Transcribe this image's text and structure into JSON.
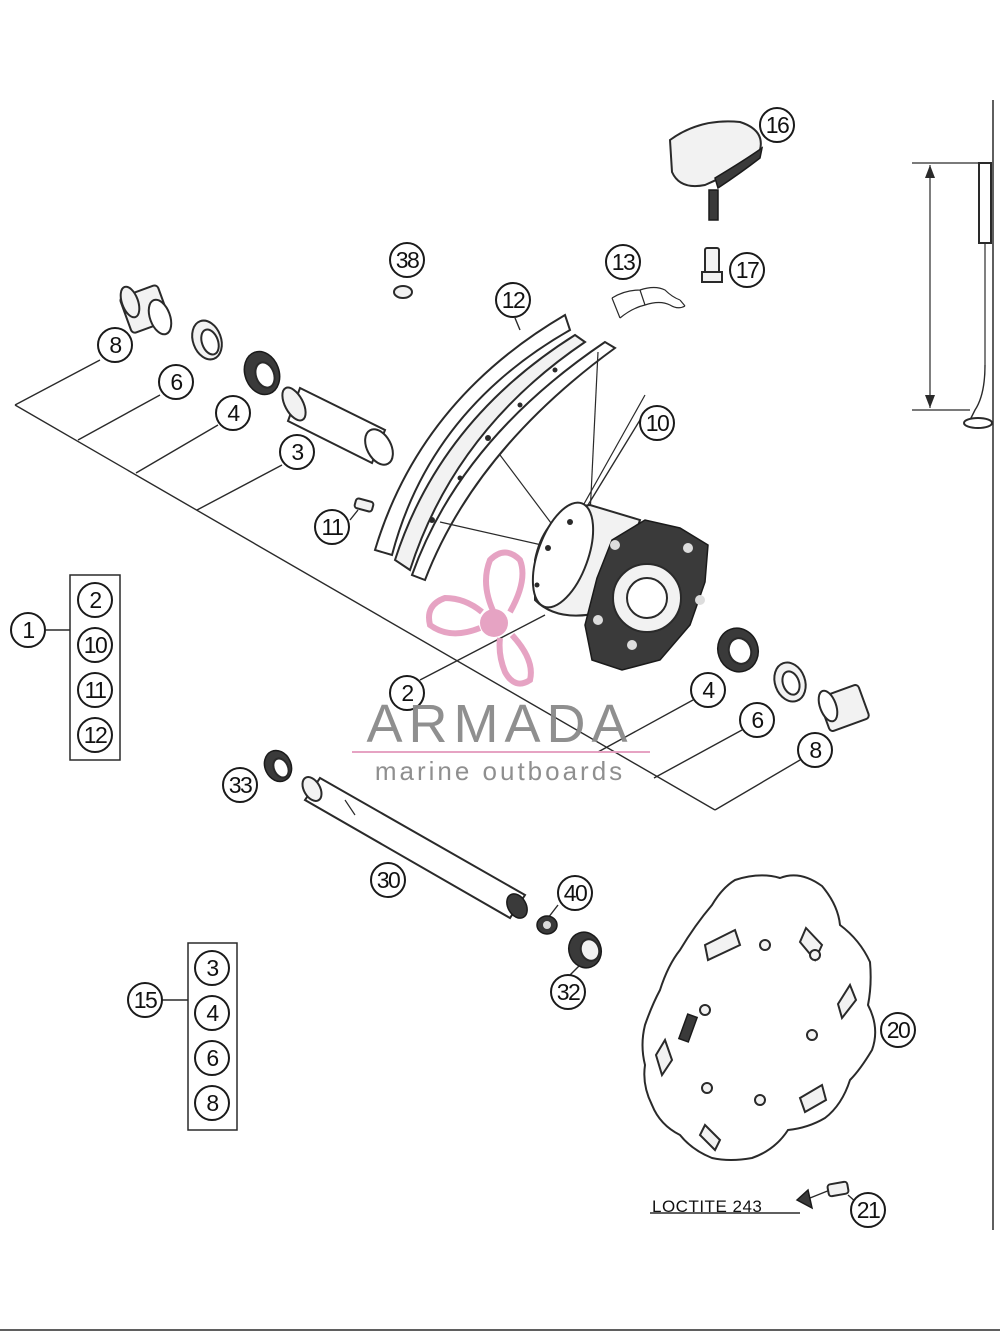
{
  "callouts": {
    "c1": "1",
    "c2a": "2",
    "c2b": "2",
    "c3a": "3",
    "c4a": "4",
    "c4b": "4",
    "c6a": "6",
    "c6b": "6",
    "c8a": "8",
    "c8b": "8",
    "c10a": "10",
    "c10b": "10",
    "c11a": "11",
    "c11b": "11",
    "c12a": "12",
    "c12b": "12",
    "c13": "13",
    "c15": "15",
    "c16": "16",
    "c17": "17",
    "c20": "20",
    "c21": "21",
    "c30": "30",
    "c32": "32",
    "c33": "33",
    "c38": "38",
    "c40": "40",
    "g2_3": "3",
    "g2_4": "4",
    "g2_6": "6",
    "g2_8": "8"
  },
  "note": "LOCTITE 243",
  "watermark": {
    "brand": "ARMADA",
    "tagline": "marine outboards",
    "logo_color": "#e59fc0",
    "text_color": "#8a8a8a"
  }
}
